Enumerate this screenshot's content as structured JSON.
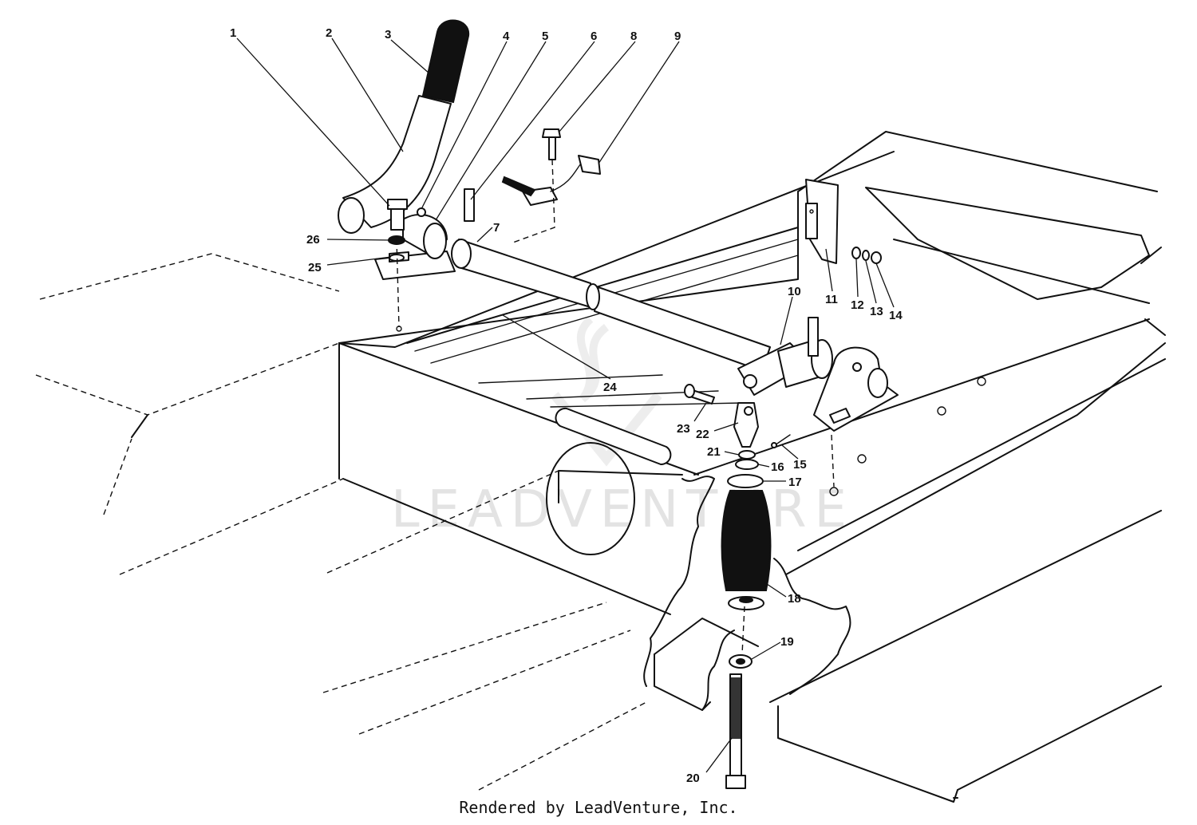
{
  "watermark": "LEADVENTURE",
  "footer": "Rendered by LeadVenture, Inc.",
  "callouts": [
    "1",
    "2",
    "3",
    "4",
    "5",
    "6",
    "7",
    "8",
    "9",
    "10",
    "11",
    "12",
    "13",
    "14",
    "15",
    "16",
    "17",
    "18",
    "19",
    "20",
    "21",
    "22",
    "23",
    "24",
    "25",
    "26"
  ]
}
